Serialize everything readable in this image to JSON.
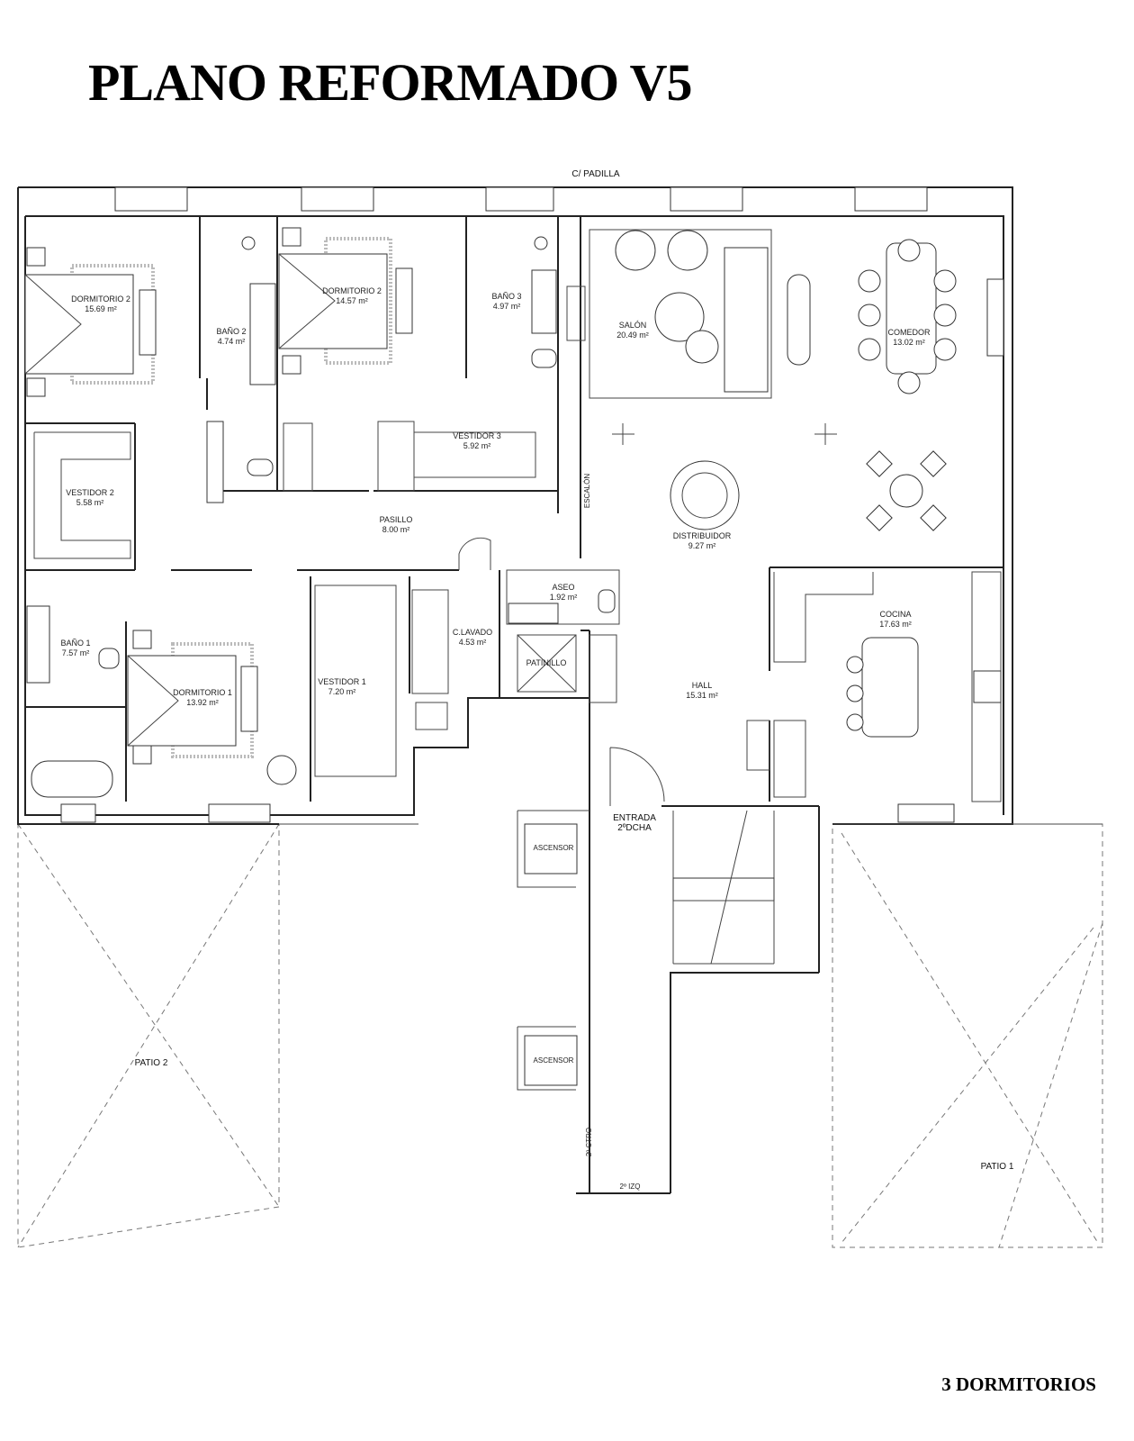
{
  "title": "PLANO REFORMADO V5",
  "footer": "3 DORMITORIOS",
  "plan": {
    "street": "C/ PADILLA",
    "escalon": "ESCALÓN",
    "entrada": [
      "ENTRADA",
      "2ºDCHA"
    ],
    "ascensor_1": "ASCENSOR",
    "ascensor_2": "ASCENSOR",
    "ctro": "2º CTRO",
    "izq": "2º IZQ",
    "patio_1": "PATIO 1",
    "patio_2": "PATIO 2",
    "patinillo": "PATINILLO",
    "rooms": {
      "dorm2a": {
        "name": "DORMITORIO 2",
        "area": "15.69 m²"
      },
      "dorm2b": {
        "name": "DORMITORIO 2",
        "area": "14.57 m²"
      },
      "bano2": {
        "name": "BAÑO 2",
        "area": "4.74 m²"
      },
      "bano3": {
        "name": "BAÑO 3",
        "area": "4.97 m²"
      },
      "salon": {
        "name": "SALÓN",
        "area": "20.49 m²"
      },
      "comedor": {
        "name": "COMEDOR",
        "area": "13.02 m²"
      },
      "vestidor2": {
        "name": "VESTIDOR 2",
        "area": "5.58 m²"
      },
      "vestidor3": {
        "name": "VESTIDOR 3",
        "area": "5.92 m²"
      },
      "pasillo": {
        "name": "PASILLO",
        "area": "8.00 m²"
      },
      "distribuidor": {
        "name": "DISTRIBUIDOR",
        "area": "9.27 m²"
      },
      "aseo": {
        "name": "ASEO",
        "area": "1.92 m²"
      },
      "clavado": {
        "name": "C.LAVADO",
        "area": "4.53 m²"
      },
      "cocina": {
        "name": "COCINA",
        "area": "17.63 m²"
      },
      "bano1": {
        "name": "BAÑO 1",
        "area": "7.57 m²"
      },
      "dorm1": {
        "name": "DORMITORIO 1",
        "area": "13.92 m²"
      },
      "vestidor1": {
        "name": "VESTIDOR 1",
        "area": "7.20 m²"
      },
      "hall": {
        "name": "HALL",
        "area": "15.31 m²"
      }
    }
  }
}
